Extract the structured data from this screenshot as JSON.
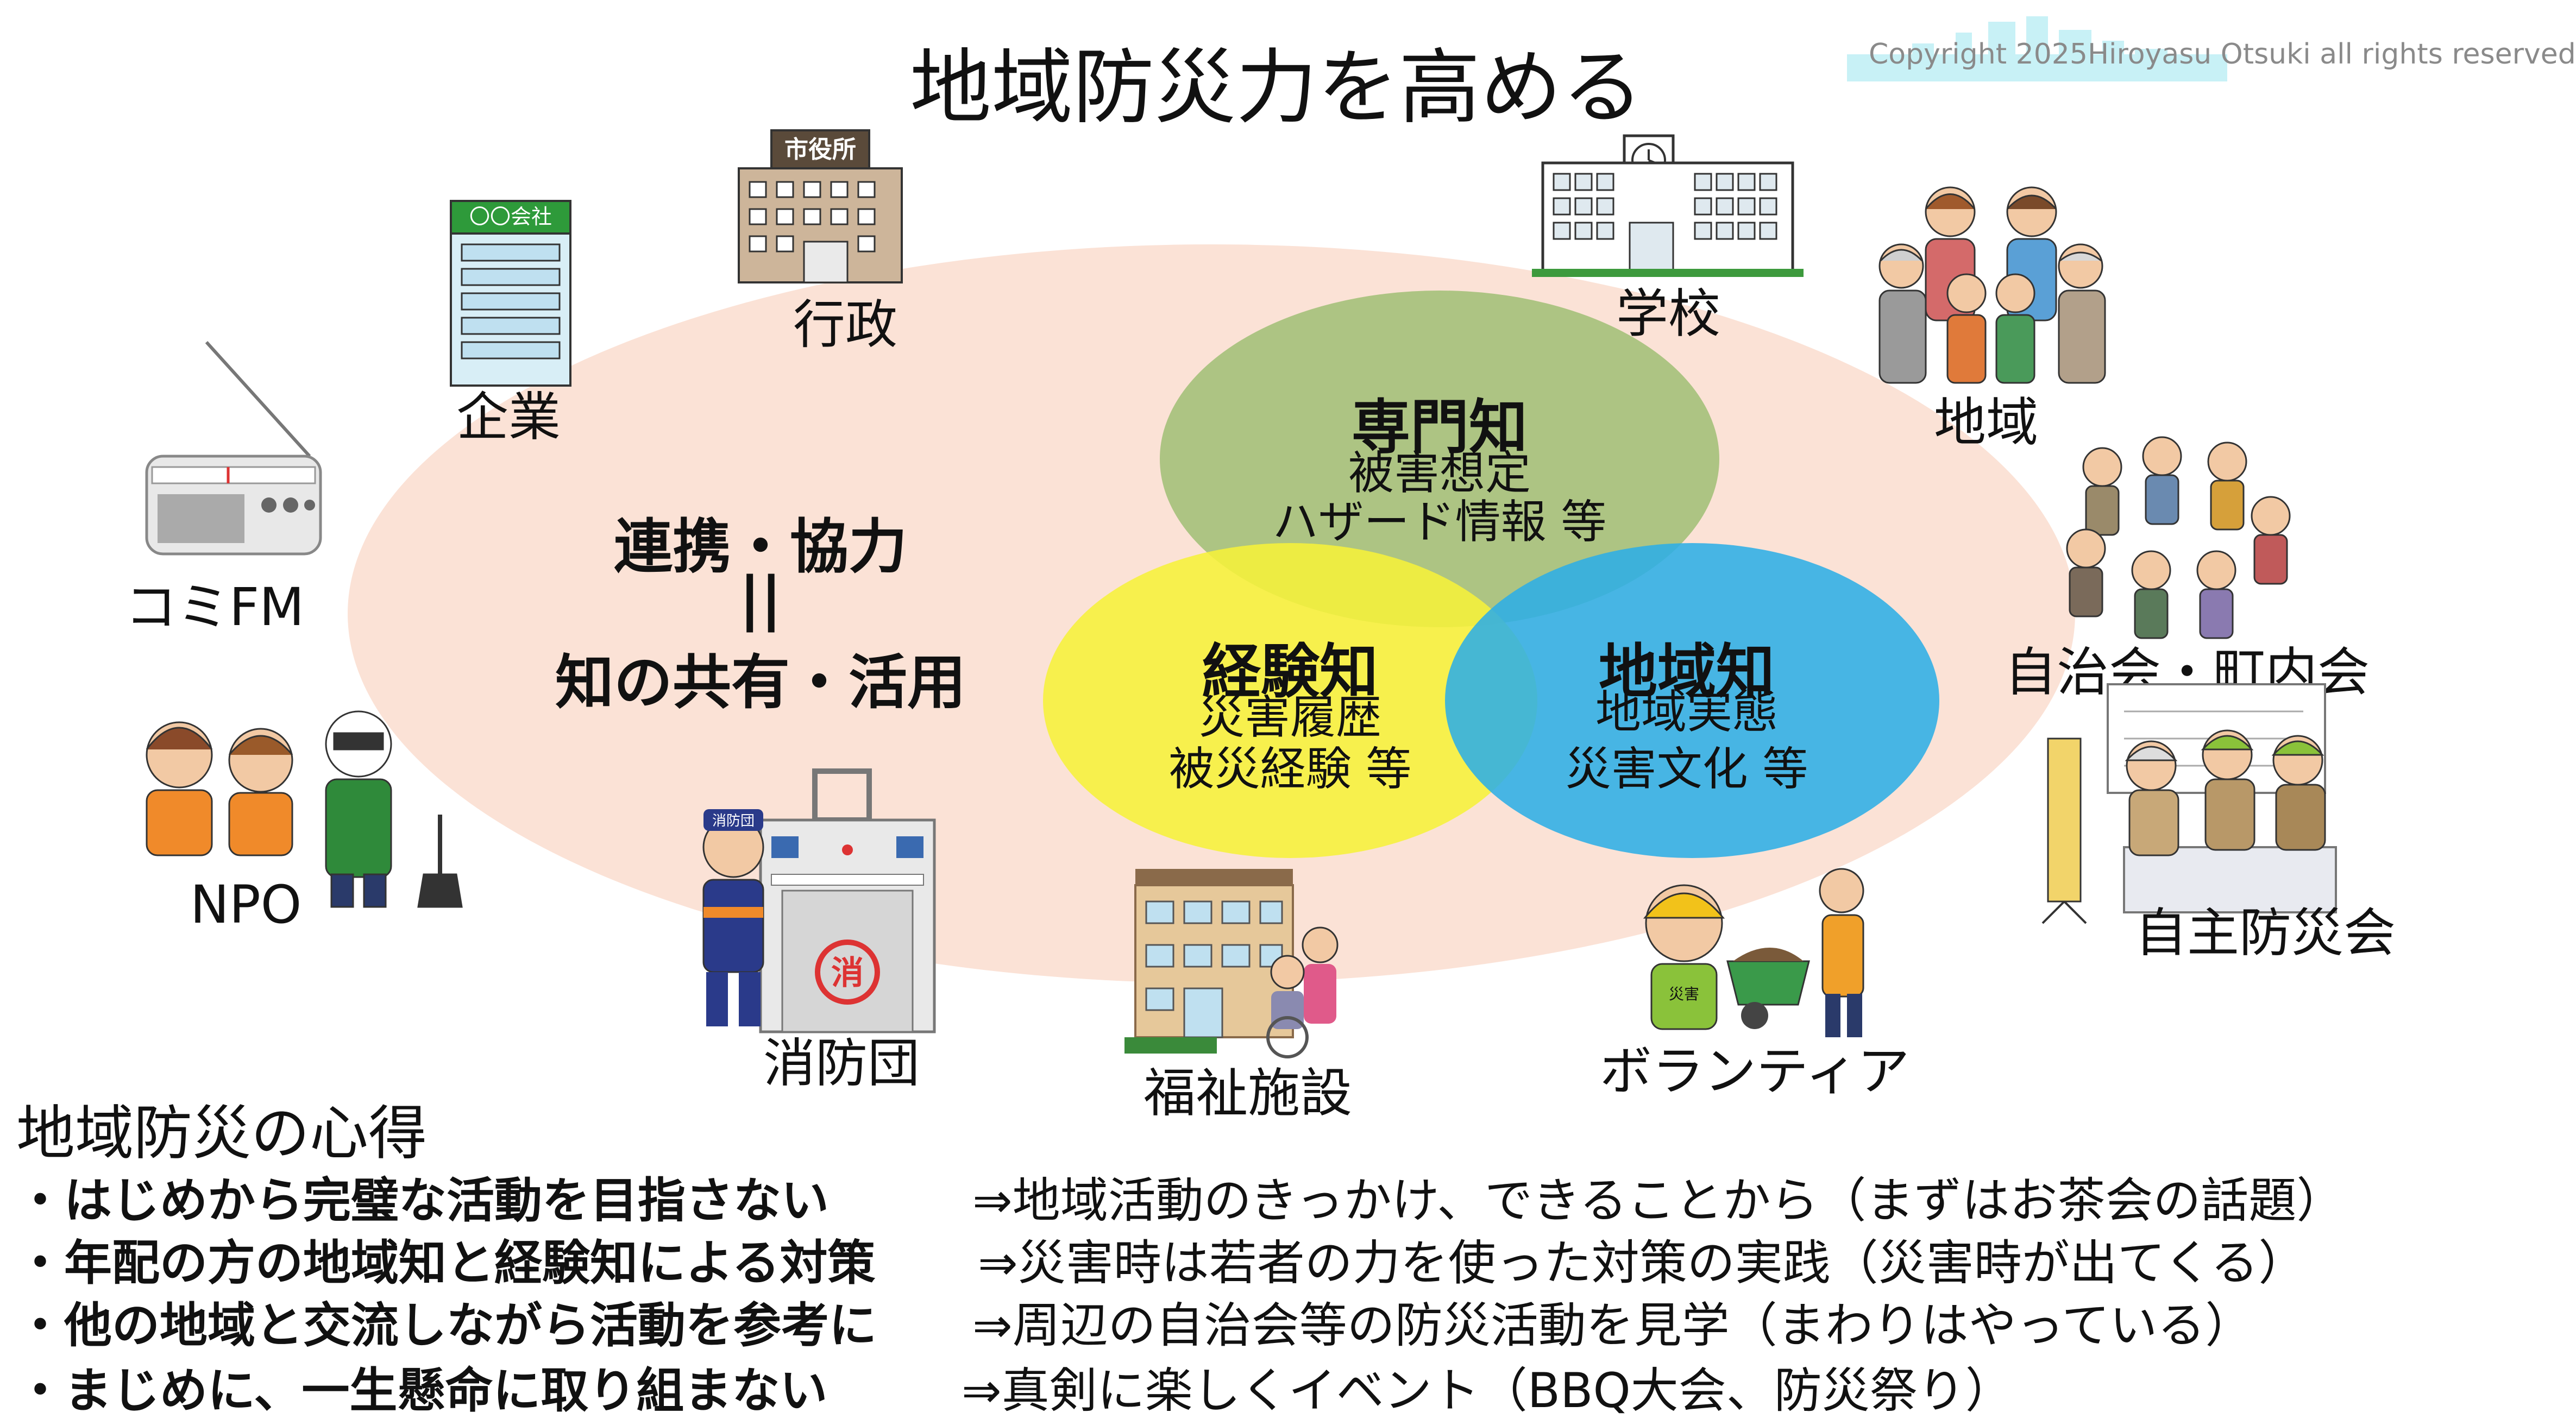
{
  "title": "地域防災力を高める",
  "copyright": "Copyright 2025Hiroyasu Otsuki all rights reserved",
  "center": {
    "line1": "連携・協力",
    "line2": "||",
    "line3": "知の共有・活用"
  },
  "venn": {
    "senmon": {
      "title": "専門知",
      "sub1": "被害想定",
      "sub2": "ハザード情報 等"
    },
    "keiken": {
      "title": "経験知",
      "sub1": "災害履歴",
      "sub2": "被災経験 等"
    },
    "chiiki": {
      "title": "地域知",
      "sub1": "地域実態",
      "sub2": "災害文化 等"
    }
  },
  "actors": {
    "kigyo": "企業",
    "kigyo_sign": "〇〇会社",
    "gyosei": "行政",
    "gyosei_sign": "市役所",
    "gakko": "学校",
    "chiiki": "地域",
    "comifm": "コミFM",
    "npo": "NPO",
    "shobodan": "消防団",
    "shobodan_cap": "消防団",
    "shobodan_mark": "消",
    "fukushi": "福祉施設",
    "volunteer": "ボランティア",
    "volunteer_vest": "災害",
    "jichikai": "自治会・町内会",
    "jishubosai": "自主防災会"
  },
  "tips": {
    "title": "地域防災の心得",
    "items": [
      {
        "left": "・はじめから完璧な活動を目指さない",
        "right": "⇒地域活動のきっかけ、できることから（まずはお茶会の話題）"
      },
      {
        "left": "・年配の方の地域知と経験知による対策",
        "right": "⇒災害時は若者の力を使った対策の実践（災害時が出てくる）"
      },
      {
        "left": "・他の地域と交流しながら活動を参考に",
        "right": "⇒周辺の自治会等の防災活動を見学（まわりはやっている）"
      },
      {
        "left": "・まじめに、一生懸命に取り組まない",
        "right": "⇒真剣に楽しくイベント（BBQ大会、防災祭り）"
      }
    ]
  },
  "colors": {
    "big_ellipse": "#fbe2d6",
    "senmon": "#a9c27e",
    "keiken": "#f6f13a",
    "chiiki": "#2eaee6"
  }
}
